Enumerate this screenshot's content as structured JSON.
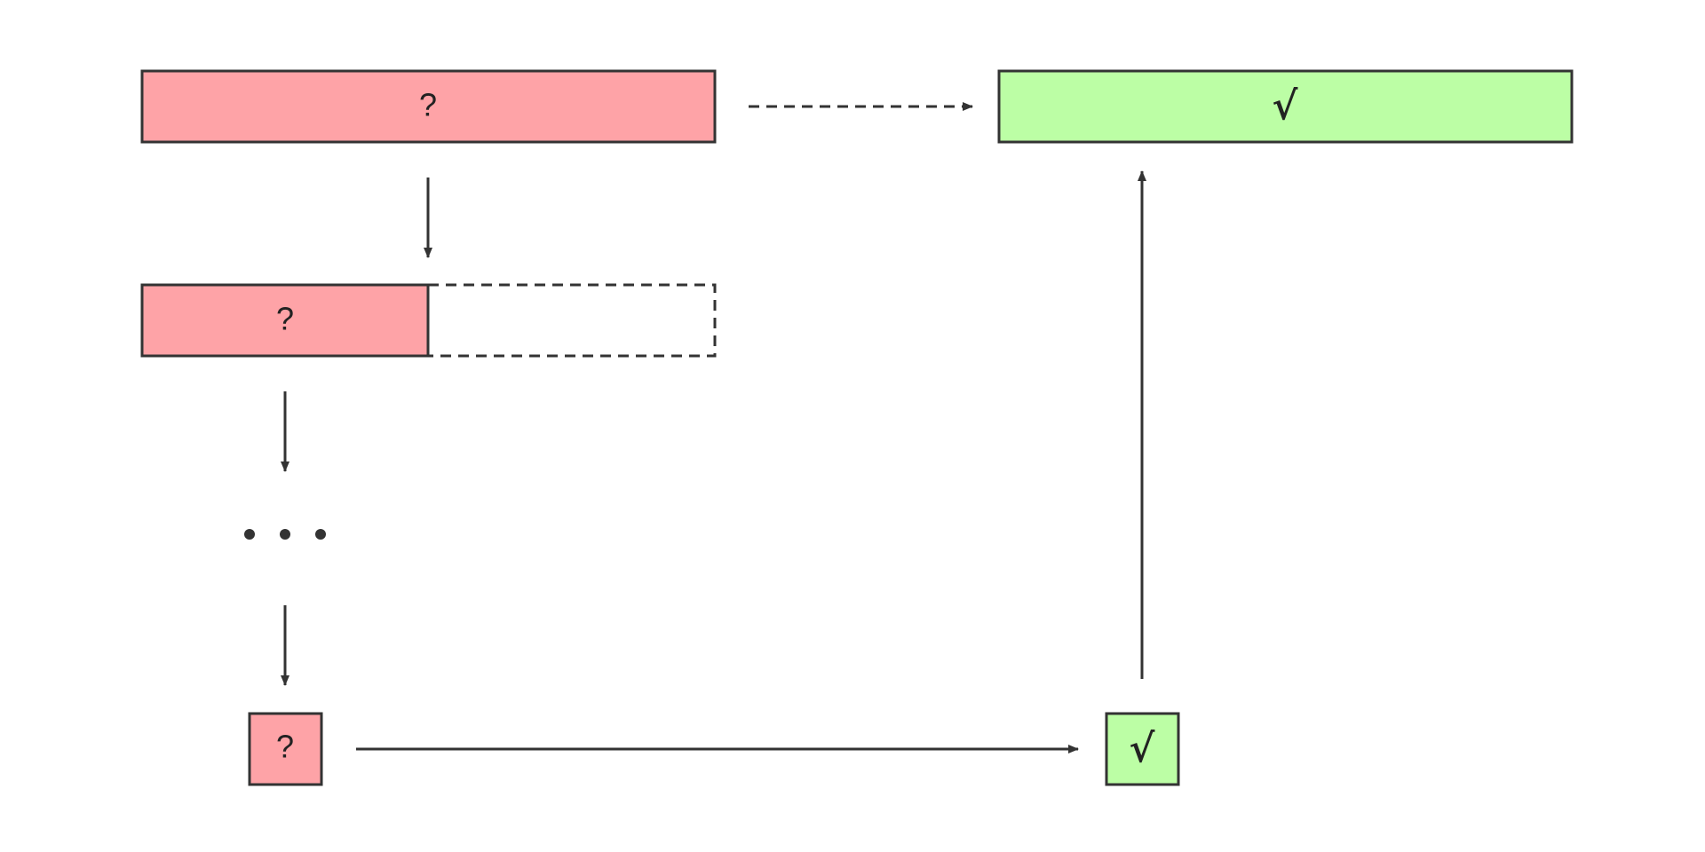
{
  "diagram": {
    "colors": {
      "unknown_fill": "#fea3a7",
      "solved_fill": "#bcfea5",
      "stroke": "#333333",
      "background": "#ffffff"
    },
    "nodes": {
      "problem_full": {
        "label": "?",
        "state": "unknown"
      },
      "problem_half": {
        "label": "?",
        "state": "unknown"
      },
      "problem_smallest": {
        "label": "?",
        "state": "unknown"
      },
      "solution_smallest": {
        "label": "√",
        "state": "solved"
      },
      "solution_full": {
        "label": "√",
        "state": "solved"
      }
    },
    "ellipsis": {
      "dots": 3
    },
    "edges": [
      {
        "from": "problem_full",
        "to": "solution_full",
        "style": "dashed"
      },
      {
        "from": "problem_full",
        "to": "problem_half",
        "style": "solid"
      },
      {
        "from": "problem_half",
        "to": "ellipsis",
        "style": "solid"
      },
      {
        "from": "ellipsis",
        "to": "problem_smallest",
        "style": "solid"
      },
      {
        "from": "problem_smallest",
        "to": "solution_smallest",
        "style": "solid"
      },
      {
        "from": "solution_smallest",
        "to": "solution_full",
        "style": "solid"
      }
    ]
  }
}
